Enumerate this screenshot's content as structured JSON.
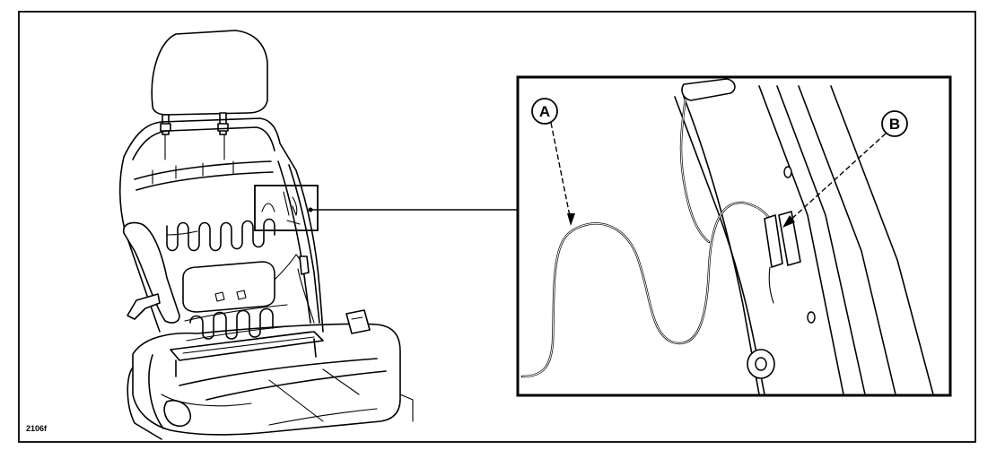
{
  "figure": {
    "id_label": "2106f",
    "callouts": [
      {
        "letter": "A",
        "meaning": "wire"
      },
      {
        "letter": "B",
        "meaning": "clip"
      }
    ]
  }
}
